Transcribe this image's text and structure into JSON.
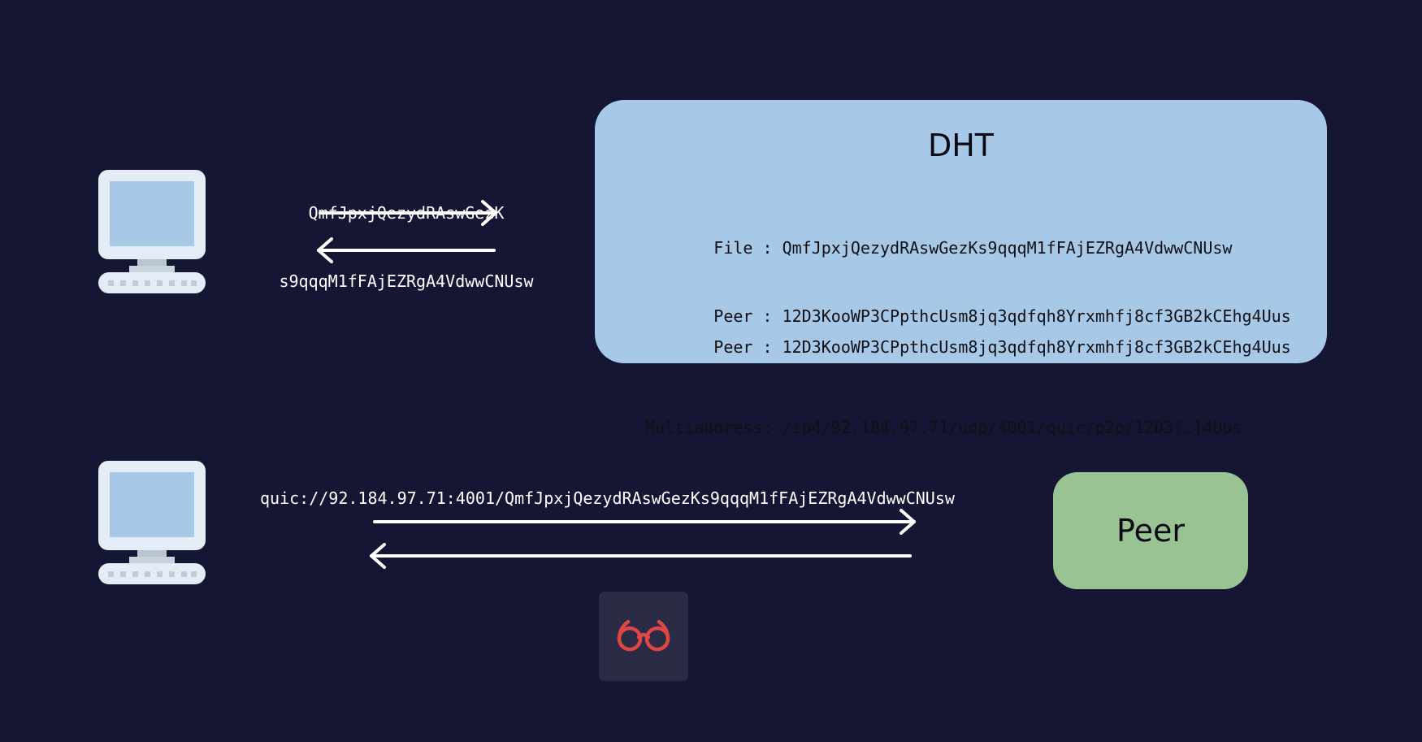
{
  "dht": {
    "title": "DHT",
    "record1": {
      "line1": "       File : QmfJpxjQezydRAswGezKs9qqqM1fFAjEZRgA4VdwwCNUsw",
      "line2": "       Peer : 12D3KooWP3CPpthcUsm8jq3qdfqh8Yrxmhfj8cf3GB2kCEhg4Uus"
    },
    "record2": {
      "line1": "       Peer : 12D3KooWP3CPpthcUsm8jq3qdfqh8Yrxmhfj8cf3GB2kCEhg4Uus",
      "line2": "Multiaddress: /ip4/92.184.97.71/udp/4001/quic/p2p/12D3[…]4Uus"
    }
  },
  "lookup": {
    "hash_line1": "QmfJpxjQezydRAswGezK",
    "hash_line2": "s9qqqM1fFAjEZRgA4VdwwCNUsw"
  },
  "transfer": {
    "url": "quic://92.184.97.71:4001/QmfJpxjQezydRAswGezKs9qqqM1fFAjEZRgA4VdwwCNUsw"
  },
  "peer": {
    "label": "Peer"
  },
  "icons": {
    "computer_top": "computer-icon",
    "computer_bottom": "computer-icon",
    "observer": "glasses-icon"
  },
  "colors": {
    "background": "#151634",
    "dht_box": "#a8c8e8",
    "peer_box": "#9ac394",
    "arrow": "#ffffff",
    "glasses": "#e04545"
  }
}
